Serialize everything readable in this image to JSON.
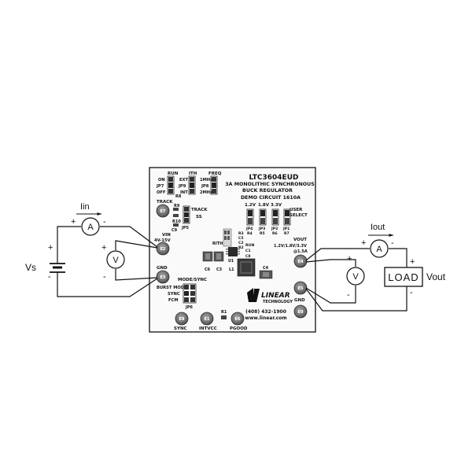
{
  "board": {
    "title": "LTC3604EUD",
    "subtitle1": "3A MONOLITHIC SYNCHRONOUS",
    "subtitle2": "BUCK REGULATOR",
    "circuit": "DEMO CIRCUIT 1610A",
    "phone": "(408) 432-1900",
    "web": "www.linear.com",
    "logo_main": "LINEAR",
    "logo_sub": "TECHNOLOGY"
  },
  "jumpers": {
    "run": {
      "title": "RUN",
      "opt1": "ON",
      "opt2": "OFF",
      "ref": "JP7"
    },
    "ith": {
      "title": "ITH",
      "opt1": "EXT",
      "opt2": "INT",
      "ref": "JP9"
    },
    "freq": {
      "title": "FREQ",
      "opt1": "1MHz",
      "opt2": "2MHz",
      "ref": "JP8"
    },
    "track": {
      "opt1": "TRACK",
      "opt2": "SS",
      "ref": "JP5"
    },
    "mode": {
      "title": "MODE/SYNC",
      "opt1": "BURST MODE",
      "opt2": "SYNC",
      "opt3": "FCM",
      "ref": "JP6"
    }
  },
  "turrets": {
    "e7": {
      "id": "E7",
      "label": "TRACK"
    },
    "e2": {
      "id": "E2",
      "label": "VIN",
      "sub": "4V-15V"
    },
    "e3": {
      "id": "E3",
      "label": "GND"
    },
    "e4": {
      "id": "E4",
      "label": "VOUT",
      "sub": "1.2V/1.8V/3.3V",
      "sub2": "@1.5A"
    },
    "e5": {
      "id": "E5"
    },
    "e9": {
      "id": "E9",
      "label": "GND"
    },
    "e8": {
      "id": "E8",
      "label": "SYNC"
    },
    "e1": {
      "id": "E1",
      "label": "INTVCC"
    },
    "e6": {
      "id": "E6",
      "label": "PGOOD"
    }
  },
  "vselect": {
    "labels": [
      "1.2V",
      "1.8V",
      "3.3V"
    ],
    "refs": [
      "JP4",
      "JP3",
      "JP2",
      "JP1"
    ],
    "user": "USER",
    "select": "SELECT"
  },
  "parts": {
    "r9": "R9",
    "r10": "R10",
    "c9": "C9",
    "r8": "R8",
    "rith": "RITH",
    "r3": "R3",
    "c5": "C5",
    "c2": "C2",
    "r2": "R2",
    "ron": "RON",
    "c1": "C1",
    "c8": "C8",
    "u1": "U1",
    "l1": "L1",
    "c6": "C6",
    "c3": "C3",
    "c4": "C4",
    "r1": "R1",
    "r4": "R4",
    "r5": "R5",
    "r6": "R6",
    "r7": "R7"
  },
  "external": {
    "vs": "Vs",
    "iin": "Iin",
    "iout": "Iout",
    "load": "LOAD",
    "vout": "Vout",
    "ammeter": "A",
    "voltmeter": "V",
    "plus": "+",
    "minus": "-"
  }
}
